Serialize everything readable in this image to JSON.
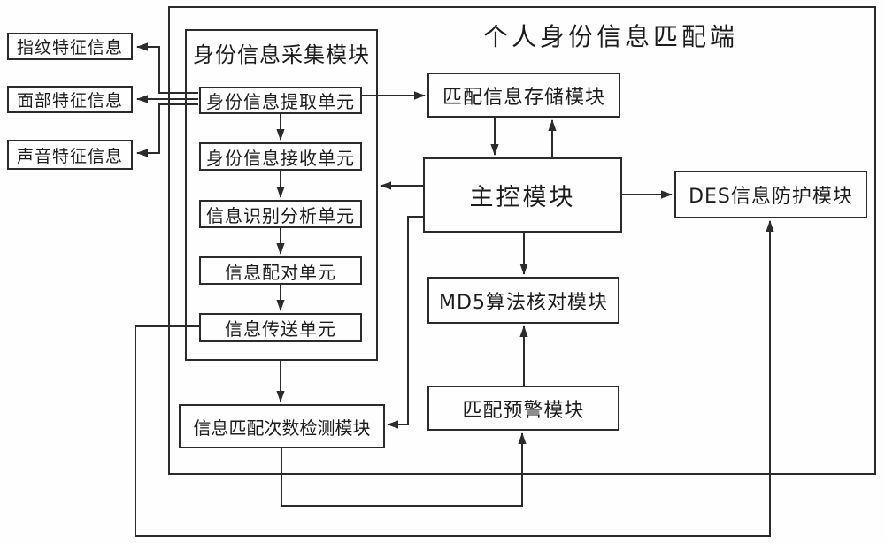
{
  "diagram": {
    "title": "个人身份信息匹配端",
    "collection": {
      "title": "身份信息采集模块",
      "units": [
        "身份信息提取单元",
        "身份信息接收单元",
        "信息识别分析单元",
        "信息配对单元",
        "信息传送单元"
      ]
    },
    "inputs": [
      "指纹特征信息",
      "面部特征信息",
      "声音特征信息"
    ],
    "modules": {
      "storage": "匹配信息存储模块",
      "main": "主控模块",
      "des": "DES信息防护模块",
      "md5": "MD5算法核对模块",
      "alert": "匹配预警模块",
      "count": "信息匹配次数检测模块"
    },
    "edges": [
      {
        "from": "身份信息提取单元",
        "to": "指纹特征信息"
      },
      {
        "from": "身份信息提取单元",
        "to": "面部特征信息"
      },
      {
        "from": "身份信息提取单元",
        "to": "声音特征信息"
      },
      {
        "from": "身份信息提取单元",
        "to": "匹配信息存储模块"
      },
      {
        "from": "身份信息提取单元",
        "to": "身份信息接收单元"
      },
      {
        "from": "身份信息接收单元",
        "to": "信息识别分析单元"
      },
      {
        "from": "信息识别分析单元",
        "to": "信息配对单元"
      },
      {
        "from": "信息配对单元",
        "to": "信息传送单元"
      },
      {
        "from": "信息传送单元",
        "to": "DES信息防护模块"
      },
      {
        "from": "身份信息采集模块",
        "to": "信息匹配次数检测模块"
      },
      {
        "from": "匹配信息存储模块",
        "to": "主控模块"
      },
      {
        "from": "主控模块",
        "to": "匹配信息存储模块"
      },
      {
        "from": "主控模块",
        "to": "DES信息防护模块"
      },
      {
        "from": "主控模块",
        "to": "身份信息采集模块"
      },
      {
        "from": "主控模块",
        "to": "MD5算法核对模块"
      },
      {
        "from": "匹配预警模块",
        "to": "MD5算法核对模块"
      },
      {
        "from": "信息匹配次数检测模块",
        "to": "匹配预警模块"
      },
      {
        "from": "主控模块",
        "to": "信息匹配次数检测模块"
      }
    ]
  },
  "colors": {
    "line": "#2b2b2b",
    "background": "#fefefe",
    "text": "#1c1c1c"
  }
}
